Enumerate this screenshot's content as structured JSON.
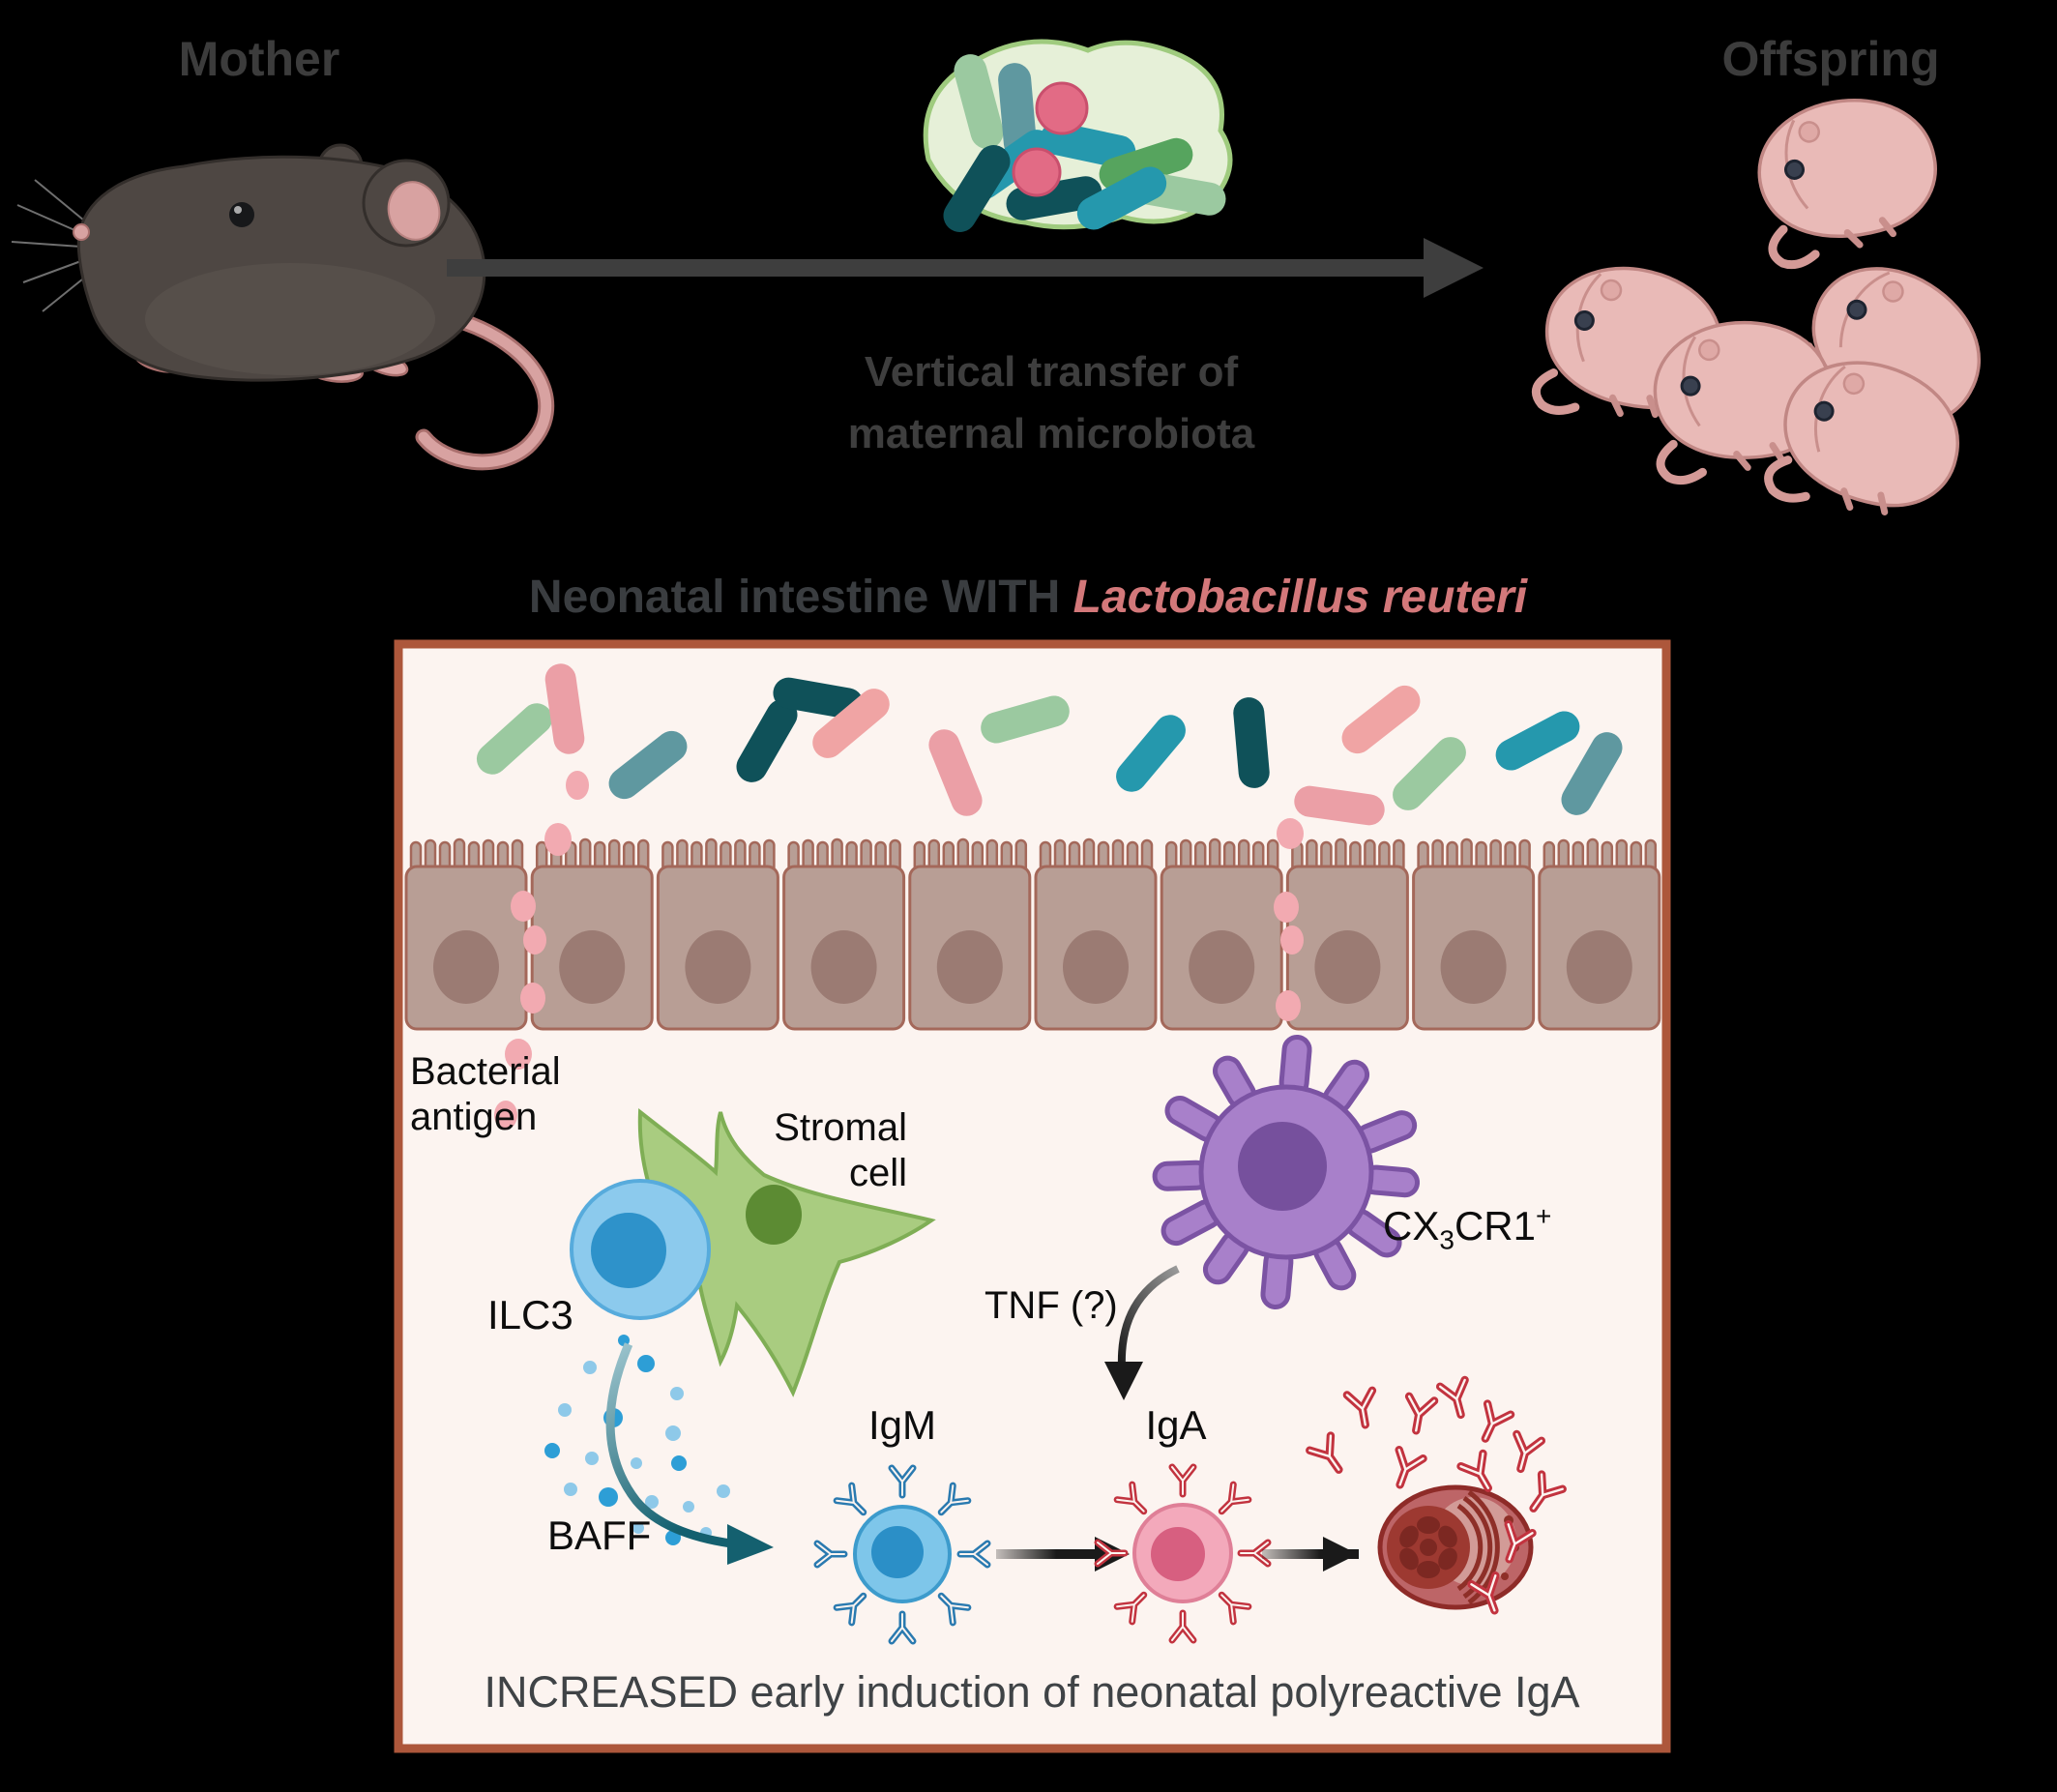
{
  "header": {
    "mother": "Mother",
    "offspring": "Offspring",
    "caption1": "Vertical transfer of",
    "caption2": "maternal microbiota"
  },
  "title": {
    "prefix": "Neonatal intestine WITH ",
    "species": "Lactobacillus reuteri"
  },
  "panel": {
    "bacterial_antigen1": "Bacterial",
    "bacterial_antigen2": "antigen",
    "stromal1": "Stromal",
    "stromal2": "cell",
    "ilc3": "ILC3",
    "cx_pre": "CX",
    "cx_sub": "3",
    "cx_mid": "CR1",
    "cx_sup": "+",
    "tnf": "TNF (?)",
    "baff": "BAFF",
    "igm": "IgM",
    "iga": "IgA",
    "conclusion": "INCREASED early induction of neonatal polyreactive IgA"
  },
  "colors": {
    "background": "#000000",
    "header_text": "#3c3c3c",
    "transfer_arrow": "#3e3e3e",
    "title_gray": "#3a3d40",
    "title_species_salmon": "#d3787a",
    "panel_border": "#ad573b",
    "panel_bg": "#fcf4f0",
    "epithelium_fill": "#b89e95",
    "epithelium_stroke": "#a4685a",
    "epithelium_nucleus": "#9b7b73",
    "antigen_dot_pink": "#f2aab1",
    "bacteria_light_green": "#9bc9a0",
    "bacteria_pink": "#eb9fa6",
    "bacteria_gray_teal": "#5f98a0",
    "bacteria_dark_teal": "#0f5159",
    "bacteria_bright_teal": "#2598ad",
    "coccus_rose": "#e26b85",
    "ilc3_body": "#8ccaed",
    "ilc3_nucleus": "#2e92ca",
    "stromal_body": "#a9cc80",
    "stromal_nucleus": "#5c8b33",
    "cx3cr1_body": "#a880ca",
    "cx3cr1_nucleus": "#76509d",
    "baff_dot_dark": "#2d9ed6",
    "baff_dot_light": "#8ec9e9",
    "baff_arrow_teal": "#14606f",
    "igm_body": "#7ec6ea",
    "igm_nucleus": "#2b8fc7",
    "igm_antibody_blue": "#2a7ab0",
    "iga_body": "#f3a9bb",
    "iga_nucleus": "#d75f80",
    "iga_antibody_red": "#c2333f",
    "plasma_body": "#bd6567",
    "plasma_nucleus": "#9d3931",
    "plasma_dark": "#7c2822",
    "mouse_body": "#4e4743",
    "mouse_pink": "#d8a2a1",
    "pup_body": "#e9bab7",
    "black_arrow": "#1a1a1a"
  }
}
